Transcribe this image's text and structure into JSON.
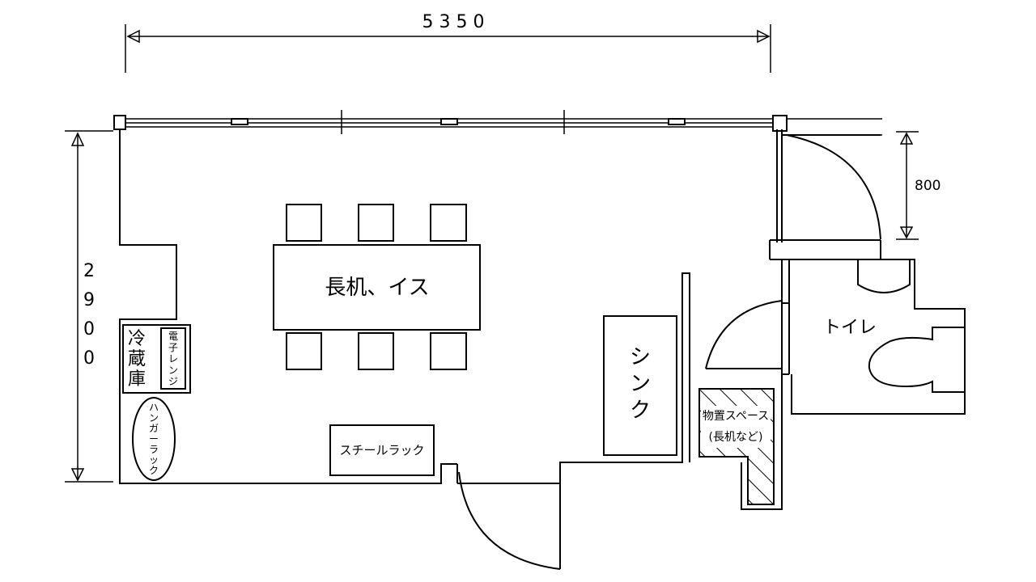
{
  "dimensions": {
    "width": "5 3 5 0",
    "height_digits": [
      "2",
      "9",
      "0",
      "0"
    ],
    "door_width": "800"
  },
  "labels": {
    "table": "長机、イス",
    "sink": [
      "シ",
      "ン",
      "ク"
    ],
    "toilet": "トイレ",
    "fridge": [
      "冷",
      "蔵",
      "庫"
    ],
    "microwave": [
      "電",
      "子",
      "レ",
      "ン",
      "ジ"
    ],
    "hanger_rack": [
      "ハ",
      "ン",
      "ガ",
      "ー",
      "ラ",
      "ッ",
      "ク"
    ],
    "steel_rack": "スチールラック",
    "storage_line1": "物置スペース",
    "storage_line2": "(長机など)"
  }
}
